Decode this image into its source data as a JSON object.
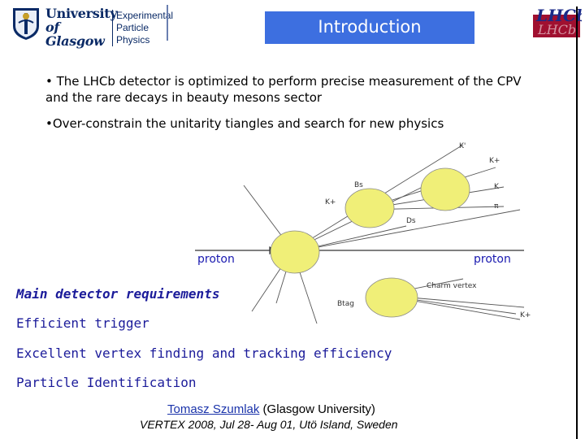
{
  "header": {
    "university_name_line1": "University",
    "university_name_line2": "of Glasgow",
    "department_line1": "Experimental",
    "department_line2": "Particle Physics",
    "title": "Introduction",
    "right_logo_text": "LHCb",
    "title_box_color": "#3d6fe0"
  },
  "bullets": [
    "• The LHCb detector is optimized to perform precise measurement of the CPV and the rare decays in beauty mesons sector",
    "•Over-constrain the unitarity tiangles and search for new physics"
  ],
  "diagram": {
    "proton_left": "proton",
    "proton_right": "proton",
    "labels": {
      "k_prime": "K'",
      "k_plus_top": "K+",
      "b_s": "Bs",
      "k_plus_left": "K+",
      "k": "K",
      "pi": "π",
      "d_s": "Ds",
      "charm_vertex": "Charm vertex",
      "btag": "Btag",
      "k_plus_bottom": "K+"
    }
  },
  "requirements": {
    "title": "Main detector requirements",
    "items": [
      "Efficient trigger",
      "Excellent vertex finding and tracking efficiency",
      "Particle Identification"
    ]
  },
  "footer": {
    "author": "Tomasz Szumlak",
    "affiliation": " (Glasgow University)",
    "event": "VERTEX 2008, Jul 28- Aug 01, Utö Island, Sweden"
  }
}
